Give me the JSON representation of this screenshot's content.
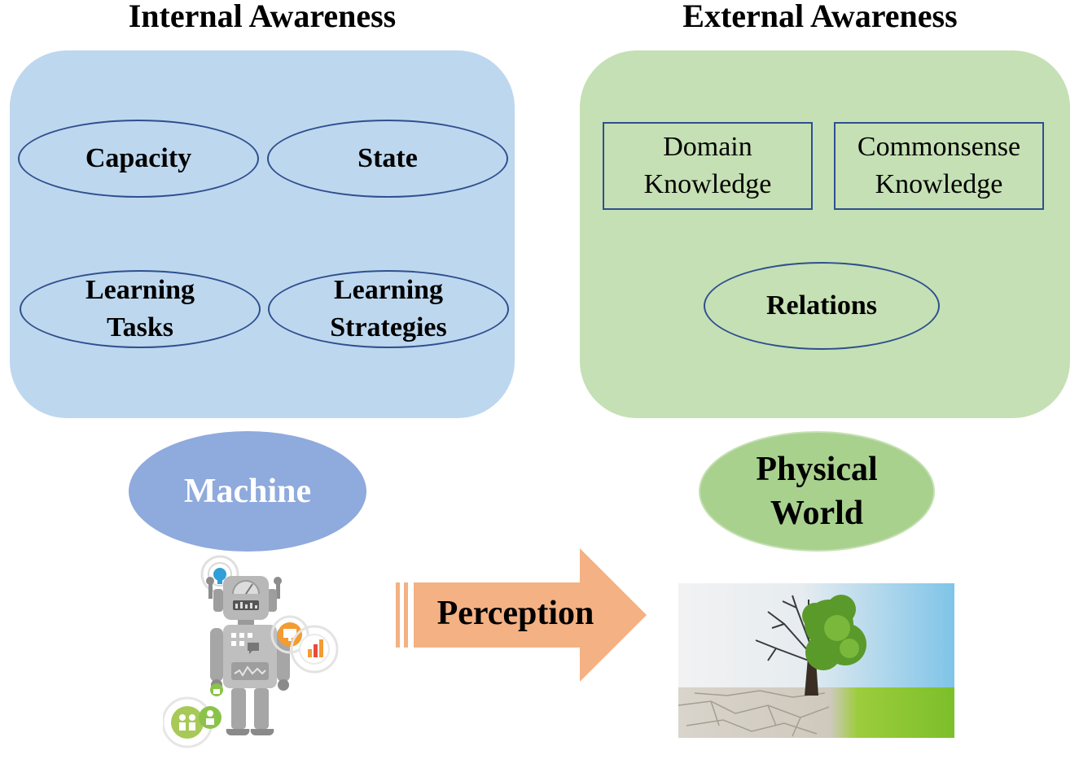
{
  "internal": {
    "title": "Internal Awareness",
    "items": [
      {
        "lines": [
          "Capacity"
        ]
      },
      {
        "lines": [
          "State"
        ]
      },
      {
        "lines": [
          "Learning",
          "Tasks"
        ]
      },
      {
        "lines": [
          "Learning",
          "Strategies"
        ]
      }
    ]
  },
  "external": {
    "title": "External Awareness",
    "knowledge": [
      {
        "lines": [
          "Domain",
          "Knowledge"
        ]
      },
      {
        "lines": [
          "Commonsense",
          "Knowledge"
        ]
      }
    ],
    "relations": "Relations"
  },
  "machine": {
    "lines": [
      "Machine"
    ]
  },
  "world": {
    "lines": [
      "Physical",
      "World"
    ]
  },
  "arrow": {
    "label": "Perception"
  },
  "colors": {
    "internal_panel": "#bdd7ee",
    "external_panel": "#c5e0b4",
    "outline": "#2f4f8f",
    "machine": "#8faadc",
    "world": "#a9d18e",
    "arrow": "#f4b183"
  }
}
